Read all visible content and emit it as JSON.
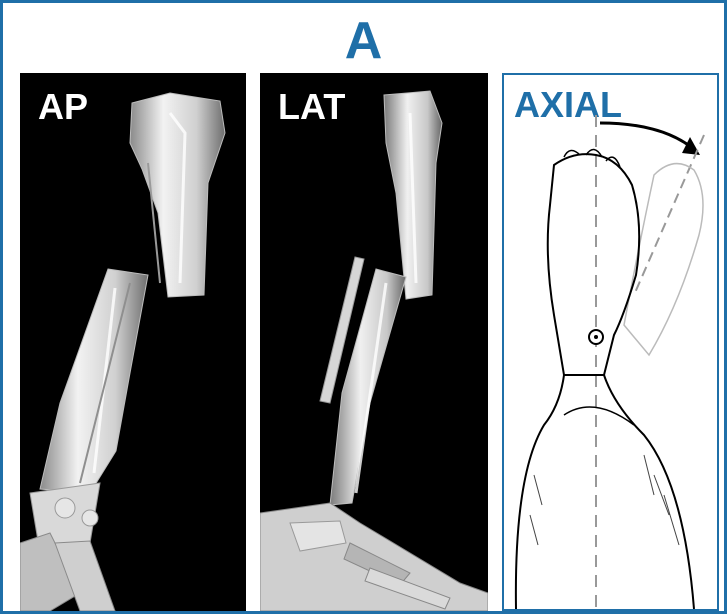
{
  "figure": {
    "title": "A",
    "accent_color": "#1f6fa8",
    "panels": [
      {
        "label": "AP",
        "background": "#000000"
      },
      {
        "label": "LAT",
        "background": "#000000"
      },
      {
        "label": "AXIAL",
        "background": "#ffffff"
      }
    ]
  }
}
